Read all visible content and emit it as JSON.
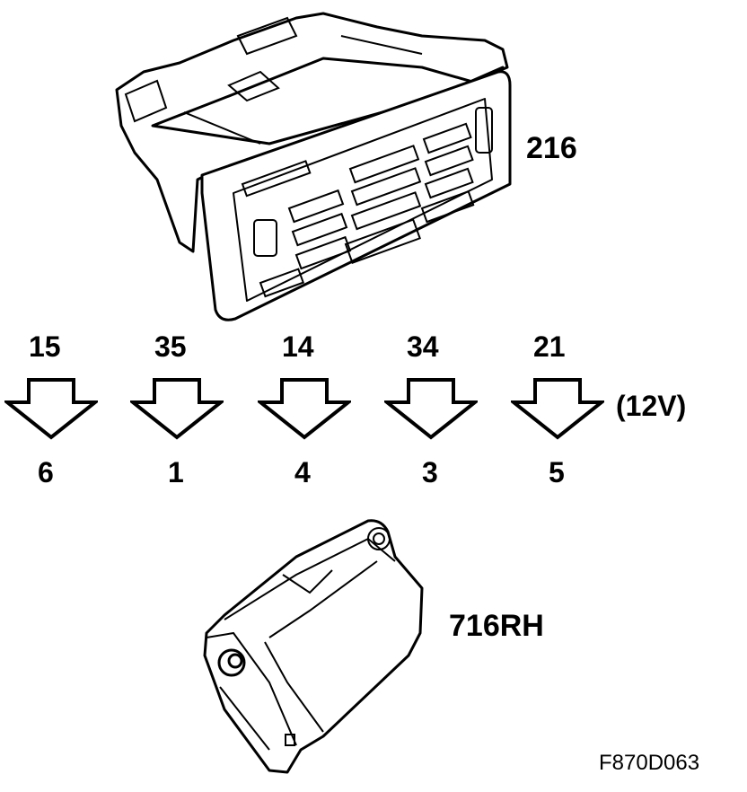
{
  "components": {
    "top_unit": {
      "label": "216",
      "icon": "climate-control-panel-icon"
    },
    "bottom_unit": {
      "label": "716RH",
      "icon": "damper-motor-actuator-icon"
    }
  },
  "connections": [
    {
      "from_pin": "15",
      "to_pin": "6"
    },
    {
      "from_pin": "35",
      "to_pin": "1"
    },
    {
      "from_pin": "14",
      "to_pin": "4"
    },
    {
      "from_pin": "34",
      "to_pin": "3"
    },
    {
      "from_pin": "21",
      "to_pin": "5"
    }
  ],
  "voltage_note": "(12V)",
  "figure_ref": "F870D063"
}
